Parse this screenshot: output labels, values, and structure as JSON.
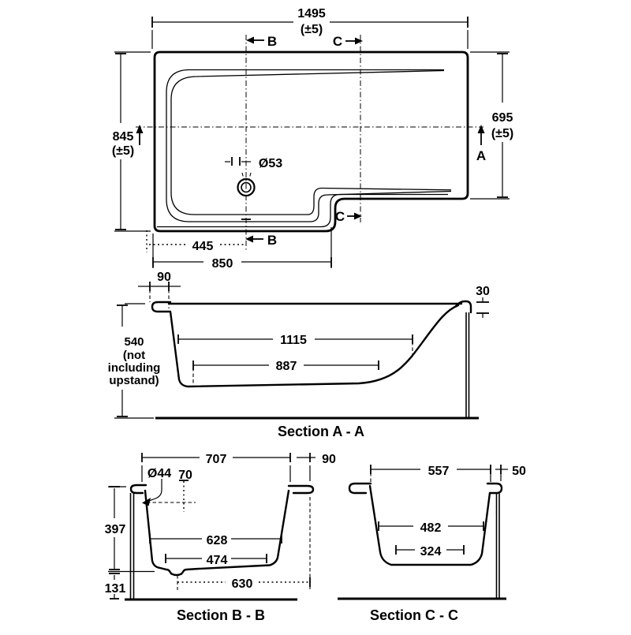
{
  "drawing": {
    "plan": {
      "dim_width": "1495",
      "dim_width_tol": "(±5)",
      "dim_left_height": "845",
      "dim_left_height_tol": "(±5)",
      "dim_right_height": "695",
      "dim_right_height_tol": "(±5)",
      "drain_dia": "Ø53",
      "dim_drain_offset": "445",
      "dim_left_section_width": "850",
      "marker_b_top": "B",
      "marker_c_top": "C",
      "marker_b_bottom": "B",
      "marker_c_bottom": "C",
      "marker_a": "A"
    },
    "section_a": {
      "label": "Section A - A",
      "dim_rim": "90",
      "dim_upstand": "30",
      "dim_depth_line1": "540",
      "dim_depth_line2": "(not",
      "dim_depth_line3": "including",
      "dim_depth_line4": "upstand)",
      "dim_top_length": "1115",
      "dim_bottom_length": "887"
    },
    "section_b": {
      "label": "Section B - B",
      "dim_top_width": "707",
      "dim_rim": "90",
      "overflow_dia": "Ø44",
      "dim_overflow_drop": "70",
      "dim_depth": "397",
      "dim_base_height": "131",
      "dim_mid_width": "628",
      "dim_bottom_width": "474",
      "dim_drain_offset": "630"
    },
    "section_c": {
      "label": "Section C - C",
      "dim_top_width": "557",
      "dim_rim": "50",
      "dim_mid_width": "482",
      "dim_bottom_width": "324"
    }
  }
}
